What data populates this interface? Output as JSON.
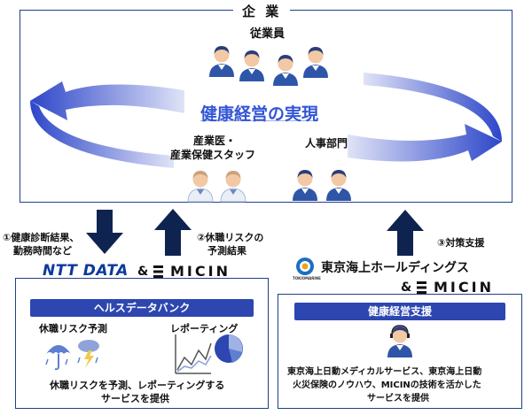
{
  "enterprise": {
    "title": "企 業",
    "employees_label": "従業員",
    "center_label": "健康経営の実現",
    "occupational_label_1": "産業医・",
    "occupational_label_2": "産業保健スタッフ",
    "hr_label": "人事部門"
  },
  "flows": {
    "step1_line1": "①健康診断結果、",
    "step1_line2": "勤務時間など",
    "step2_line1": "②休職リスクの",
    "step2_line2": "予測結果",
    "step3": "③対策支援"
  },
  "left_panel": {
    "logo_ntt": "NTT DATA",
    "amp": "&",
    "logo_micin": "MICIN",
    "bar_label": "ヘルスデータバンク",
    "feature1": "休職リスク予測",
    "feature2": "レポーティング",
    "desc_line1": "休職リスクを予測、レポーティングする",
    "desc_line2": "サービスを提供"
  },
  "right_panel": {
    "logo_tokio": "東京海上ホールディングス",
    "logo_tokio_small": "TOKIOMARINE",
    "amp": "&",
    "logo_micin": "MICIN",
    "bar_label": "健康経営支援",
    "desc_line1": "東京海上日動メディカルサービス、東京海上日動",
    "desc_line2": "火災保険のノウハウ、MICINの技術を活かした",
    "desc_line3": "サービスを提供"
  },
  "colors": {
    "navy": "#1e3f8a",
    "blue": "#2d46b0",
    "center": "#3355d6",
    "arrow": "#0f2350"
  }
}
